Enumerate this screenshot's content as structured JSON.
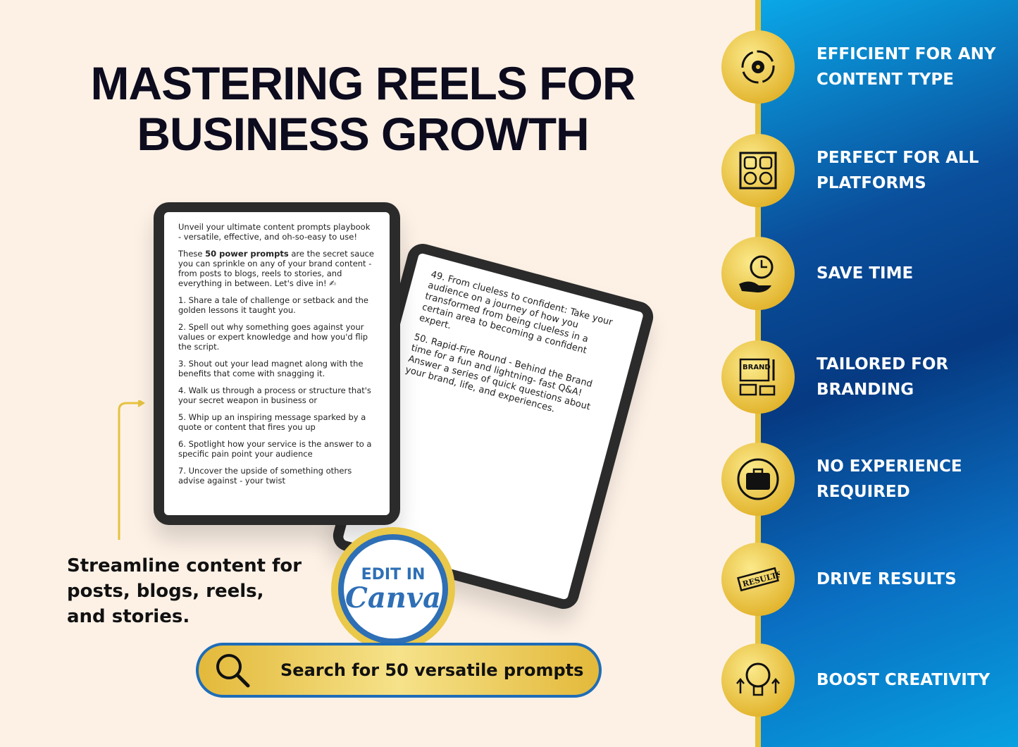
{
  "title": [
    "MASTERING REELS FOR",
    "BUSINESS GROWTH"
  ],
  "left_tablet": {
    "paragraphs": [
      "Unveil your ultimate content prompts playbook - versatile, effective, and oh-so-easy to use!",
      "",
      "1. Share a tale of challenge or setback and the golden lessons it taught you.",
      "2. Spell out why something goes against your values or expert knowledge and how you'd flip the script.",
      "3. Shout out your lead magnet along with the benefits that come with snagging it.",
      "4. Walk us through a process or structure that's your secret weapon in business or",
      "5. Whip up an inspiring message sparked by a quote or content that fires you up",
      "6. Spotlight how your service is the answer to a specific pain point your audience",
      "7. Uncover the upside of something others advise against - your twist"
    ],
    "p2_pre": "These ",
    "p2_bold": "50 power prompts",
    "p2_post": " are the secret sauce you can sprinkle on any of your brand content - from posts to blogs, reels to stories, and everything in between. Let's dive in! ✍"
  },
  "right_tablet": {
    "paragraphs": [
      "49. From clueless to confident: Take your audience on a journey of how you transformed from being clueless in a certain area to becoming a confident expert.",
      "50. Rapid-Fire Round - Behind the Brand time for a fun and lightning- fast Q&A! Answer a series of quick questions about your brand, life, and experiences."
    ]
  },
  "badge": {
    "line1": "EDIT IN",
    "line2": "Canva"
  },
  "tagline": "Streamline content for posts, blogs, reels, and stories.",
  "search_button": "Search for 50 versatile prompts",
  "colors": {
    "background": "#fdf1e6",
    "gold": "#e6c23e",
    "blue": "#0a4f9c",
    "badge_blue": "#2e6fb6"
  },
  "features": [
    {
      "icon": "gear-cycle-icon",
      "label": "EFFICIENT FOR ANY CONTENT TYPE"
    },
    {
      "icon": "social-platforms-icon",
      "label": "PERFECT FOR ALL PLATFORMS"
    },
    {
      "icon": "clock-hand-icon",
      "label": "SAVE TIME"
    },
    {
      "icon": "brand-kit-icon",
      "label": "TAILORED FOR BRANDING"
    },
    {
      "icon": "briefcase-icon",
      "label": "NO EXPERIENCE REQUIRED"
    },
    {
      "icon": "results-stamp-icon",
      "label": "DRIVE RESULTS"
    },
    {
      "icon": "brain-bulb-icon",
      "label": "BOOST CREATIVITY"
    }
  ]
}
